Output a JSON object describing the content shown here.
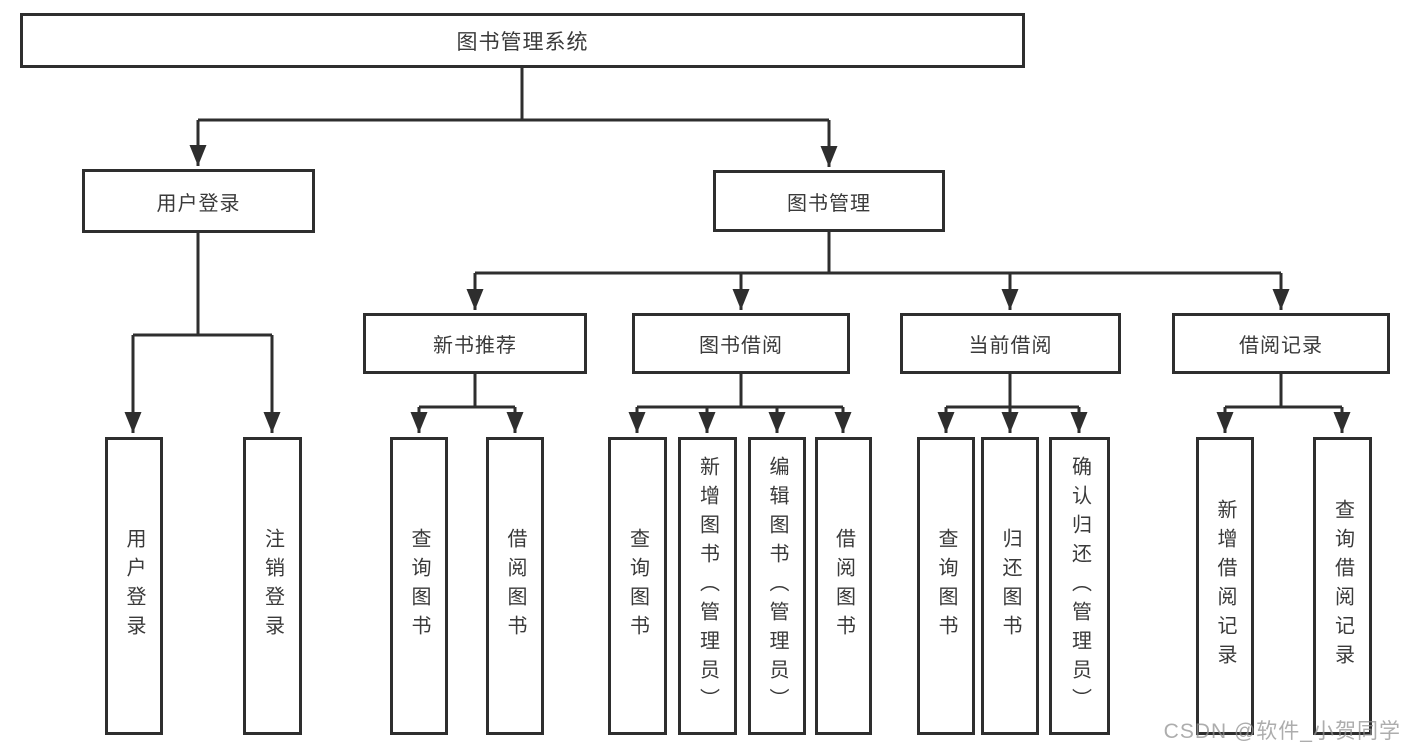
{
  "nodes": {
    "root": "图书管理系统",
    "user_login": "用户登录",
    "book_mgmt": "图书管理",
    "new_book_rec": "新书推荐",
    "book_borrow": "图书借阅",
    "cur_borrow": "当前借阅",
    "borrow_rec": "借阅记录",
    "ul_login": "用户登录",
    "ul_logout": "注销登录",
    "nb_query": "查询图书",
    "nb_borrow": "借阅图书",
    "bb_query": "查询图书",
    "bb_add": "新增图书（管理员）",
    "bb_edit": "编辑图书（管理员）",
    "bb_borrow": "借阅图书",
    "cb_query": "查询图书",
    "cb_return": "归还图书",
    "cb_confirm": "确认归还（管理员）",
    "br_add": "新增借阅记录",
    "br_query": "查询借阅记录"
  },
  "watermark": "CSDN @软件_小贺同学",
  "colors": {
    "line": "#2e2e2e",
    "text": "#3a3a3a",
    "watermark": "#919191",
    "background": "#ffffff"
  }
}
